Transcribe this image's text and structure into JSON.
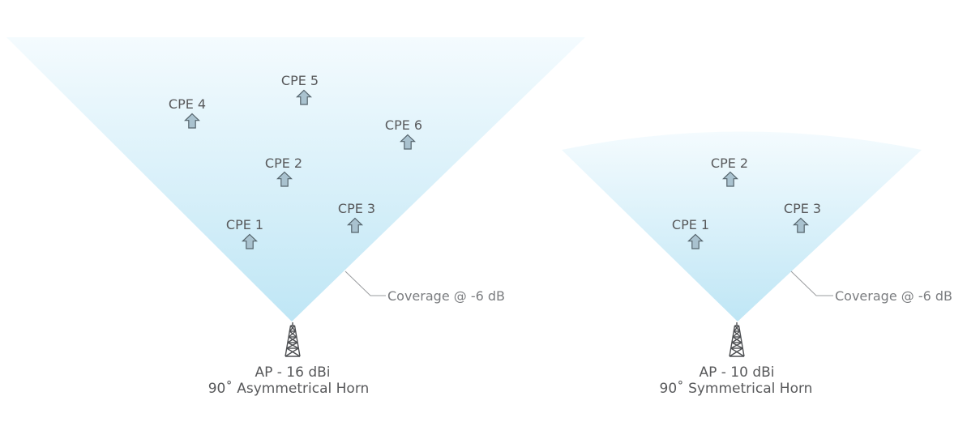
{
  "colors": {
    "beam_top": "#f4fbfe",
    "beam_bottom": "#bfe6f5",
    "cpe_fill": "#a9c2cf",
    "cpe_stroke": "#55646c",
    "text": "#58595b",
    "leader": "#9a9c9f"
  },
  "icons": {
    "cpe": "house-arrow-icon",
    "ap": "radio-tower-icon"
  },
  "panels": [
    {
      "id": "asymmetrical",
      "coverage_label": "Coverage @ -6 dB",
      "ap_line1": "AP - 16 dBi",
      "ap_line2": "90˚ Asymmetrical Horn",
      "cpes": [
        "CPE 1",
        "CPE 2",
        "CPE 3",
        "CPE 4",
        "CPE 5",
        "CPE 6"
      ]
    },
    {
      "id": "symmetrical",
      "coverage_label": "Coverage @ -6 dB",
      "ap_line1": "AP - 10 dBi",
      "ap_line2": "90˚ Symmetrical Horn",
      "cpes": [
        "CPE 1",
        "CPE 2",
        "CPE 3"
      ]
    }
  ]
}
